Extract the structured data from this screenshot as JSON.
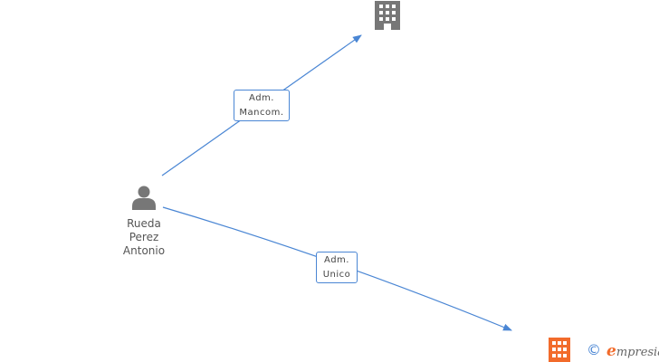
{
  "person": {
    "name_lines": [
      "Rueda",
      "Perez",
      "Antonio"
    ],
    "icon": "person-icon"
  },
  "companies": [
    {
      "icon": "building-icon",
      "color": "#777777"
    },
    {
      "icon": "building-icon",
      "color": "#f26b2b"
    }
  ],
  "relations": [
    {
      "label_lines": [
        "Adm.",
        "Mancom."
      ],
      "from": "person",
      "to": "company-1"
    },
    {
      "label_lines": [
        "Adm.",
        "Unico"
      ],
      "from": "person",
      "to": "company-2"
    }
  ],
  "branding": {
    "copyright_symbol": "©",
    "brand_initial": "e",
    "brand_rest": "mpresia"
  },
  "colors": {
    "edge": "#4a86d4",
    "person_icon": "#777777",
    "building_gray": "#777777",
    "building_orange": "#f26b2b"
  }
}
